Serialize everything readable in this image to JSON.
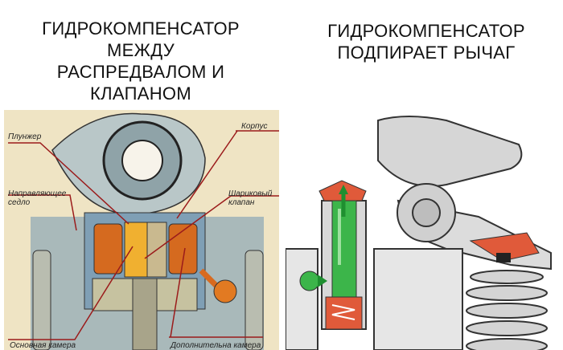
{
  "left_panel": {
    "title_lines": [
      "ГИДРОКОМПЕНСАТОР",
      "МЕЖДУ",
      "РАСПРЕДВАЛОМ И",
      "КЛАПАНОМ"
    ],
    "labels": {
      "plunger": "Плунжер",
      "body": "Корпус",
      "guide_seat_1": "Направляющее",
      "guide_seat_2": "седло",
      "ball_valve_1": "Шариковый",
      "ball_valve_2": "клапан",
      "main_chamber": "Основная камера",
      "extra_chamber": "Дополнительна камера"
    }
  },
  "right_panel": {
    "title_lines": [
      "ГИДРОКОМПЕНСАТОР",
      "ПОДПИРАЕТ РЫЧАГ"
    ]
  },
  "colors": {
    "label_line": "#9b1b1b",
    "oil": "#e07a2a",
    "flow": "#2db34a",
    "lever": "#e05a3a"
  }
}
